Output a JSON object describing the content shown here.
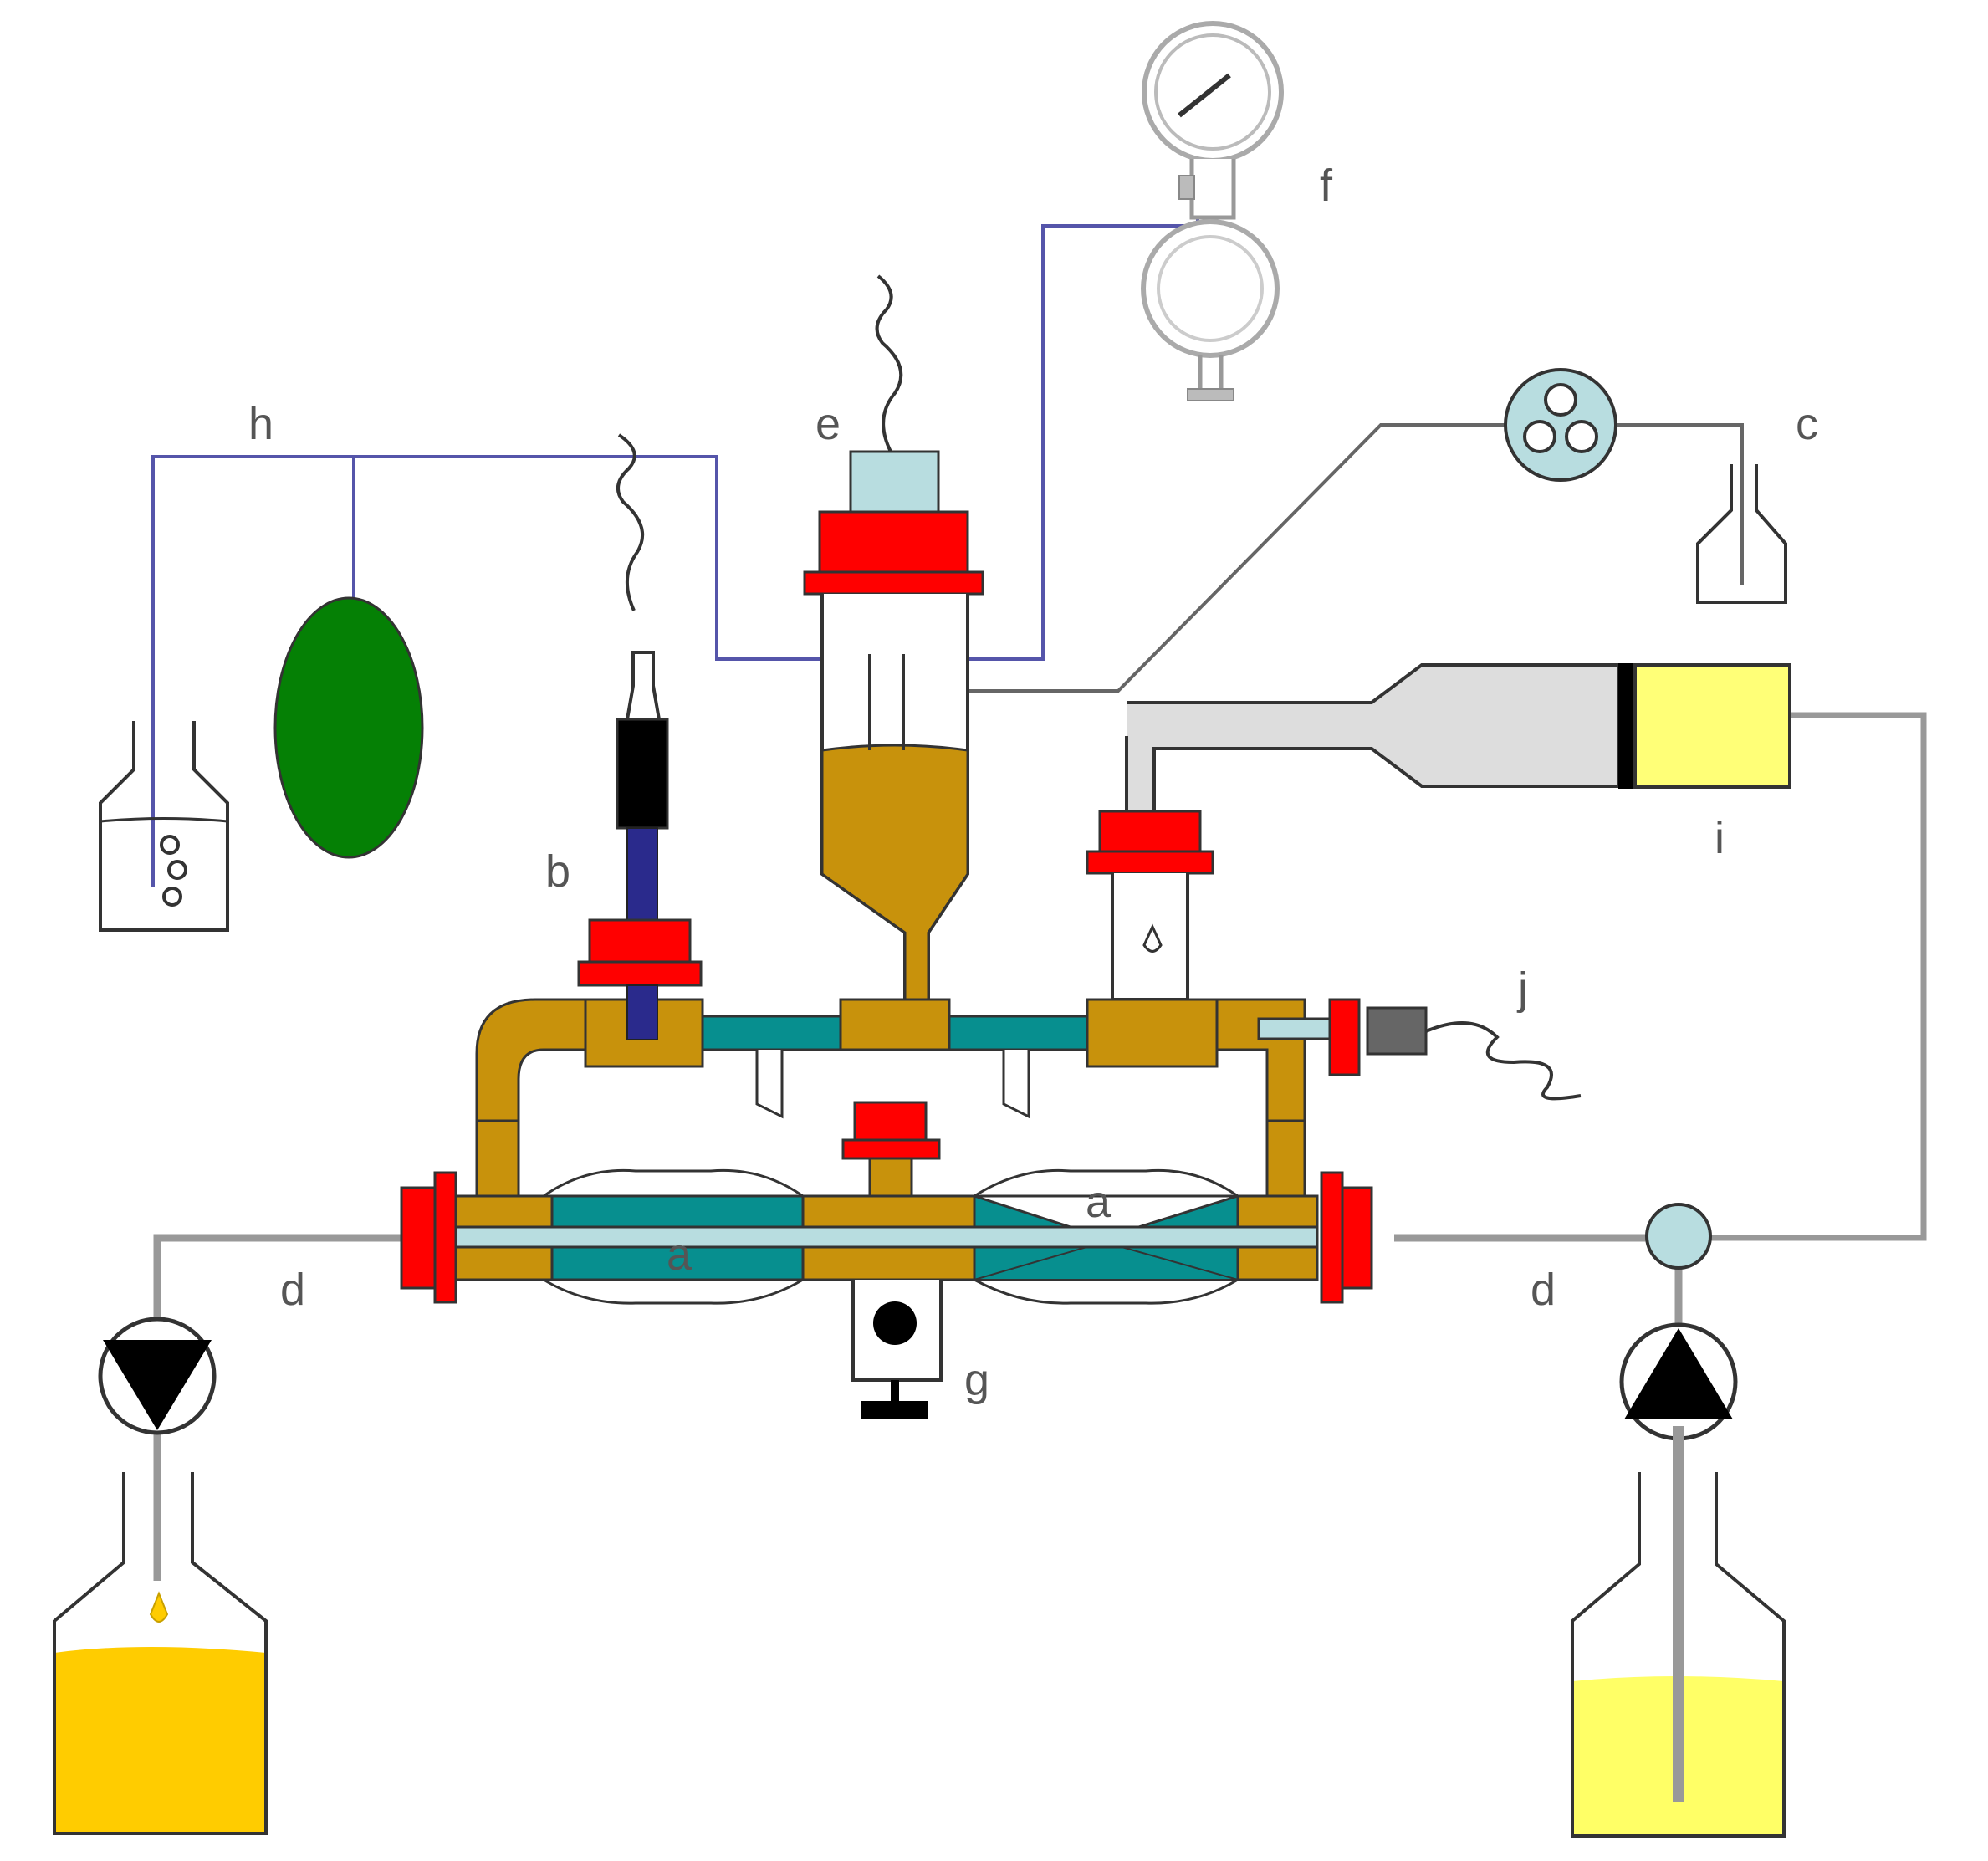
{
  "labels": {
    "h": "h",
    "e": "e",
    "f": "f",
    "c": "c",
    "b": "b",
    "i": "i",
    "j": "j",
    "a_upper": "a",
    "a_lower": "a",
    "d_left": "d",
    "d_right": "d",
    "g": "g"
  },
  "colors": {
    "brass": "#c8920c",
    "red": "#ff0000",
    "teal": "#078f8f",
    "light_blue": "#b8dde0",
    "green": "#058005",
    "yellow_fill": "#ffff77",
    "orange_liquid": "#ffcc00",
    "pale_liquid": "#ffff66",
    "gray_line": "#999999",
    "blue_line": "#5555aa",
    "probe_blue": "#2a2a8c"
  }
}
